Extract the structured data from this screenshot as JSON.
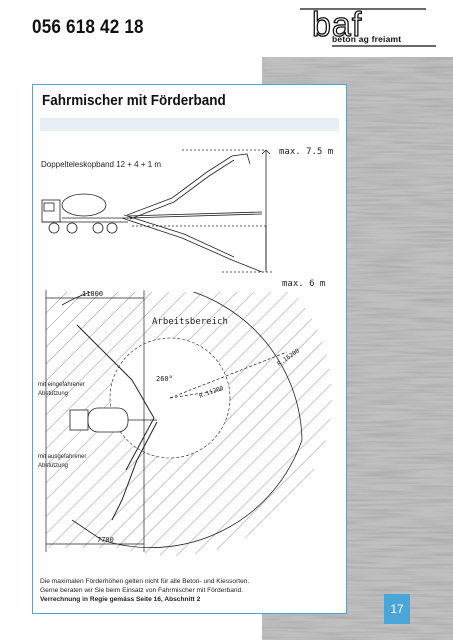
{
  "header": {
    "phone": "056 618 42 18",
    "logo_text": "baf",
    "logo_tagline": "beton ag freiamt"
  },
  "panel": {
    "title": "Fahrmischer mit Förderband",
    "subtitle": "Doppelteleskopband 12 + 4 + 1 m",
    "max_height": "max. 7.5 m",
    "max_depth": "max. 6 m",
    "work_area_label": "Arbeitsbereich",
    "dim_11800": "11800",
    "dim_7700": "7700",
    "angle_label": "260°",
    "radius_inner": "R.11200",
    "radius_outer": "R.16200",
    "label_retracted_1": "mit eingefahrener",
    "label_retracted_2": "Abstützung",
    "label_extended_1": "mit ausgefahrener",
    "label_extended_2": "Abstützung"
  },
  "footer": {
    "line1": "Die maximalen Förderhöhen gelten nicht für alle Beton- und Kiessorten.",
    "line2": "Gerne beraten wir Sie beim Einsatz von Fahrmischer mit Förderband.",
    "line3": "Verrechnung in Regie gemäss Seite 16, Abschnitt 2"
  },
  "page_number": "17",
  "colors": {
    "accent": "#4aa6d6",
    "title_bar": "#e8eff4"
  }
}
